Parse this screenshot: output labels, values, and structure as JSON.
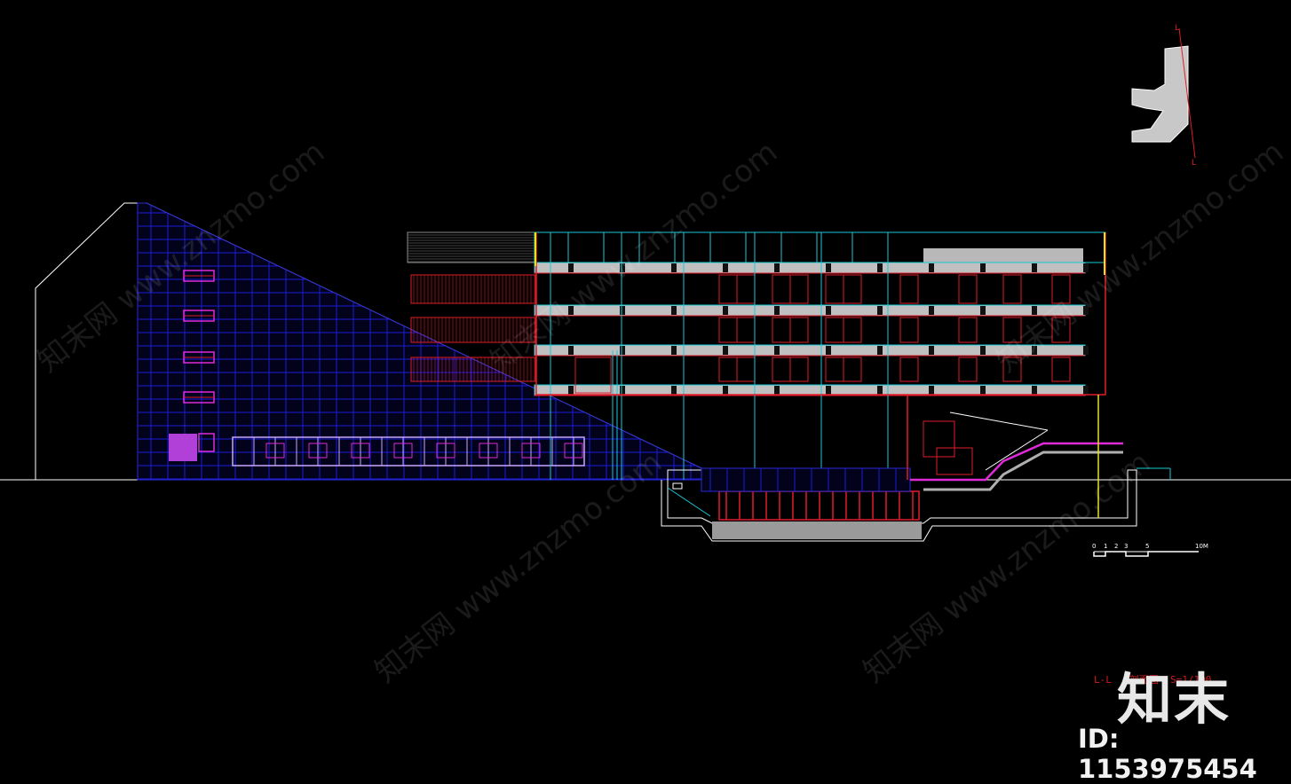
{
  "drawing": {
    "title_label": "L-L",
    "title_chars": "剖面图",
    "scale_label": "S=1/100"
  },
  "scale_bar": {
    "ticks": [
      "0",
      "1",
      "2",
      "3",
      "5",
      "10M"
    ]
  },
  "key_plan": {
    "cut_label_top": "L",
    "cut_label_bottom": "L"
  },
  "watermark": {
    "site_text": "www.znzmo.com",
    "brand_text": "知末网",
    "logo_text": "知末",
    "id_text": "ID: 1153975454"
  },
  "colors": {
    "background": "#000000",
    "ground_line": "#ffffff",
    "curtain_wall": "#1a1ae0",
    "section_cut": "#e01c2a",
    "glazing": "#18c8d8",
    "slab": "#bdbdbd",
    "highlight": "#e02ad8",
    "accent": "#e8e020"
  }
}
